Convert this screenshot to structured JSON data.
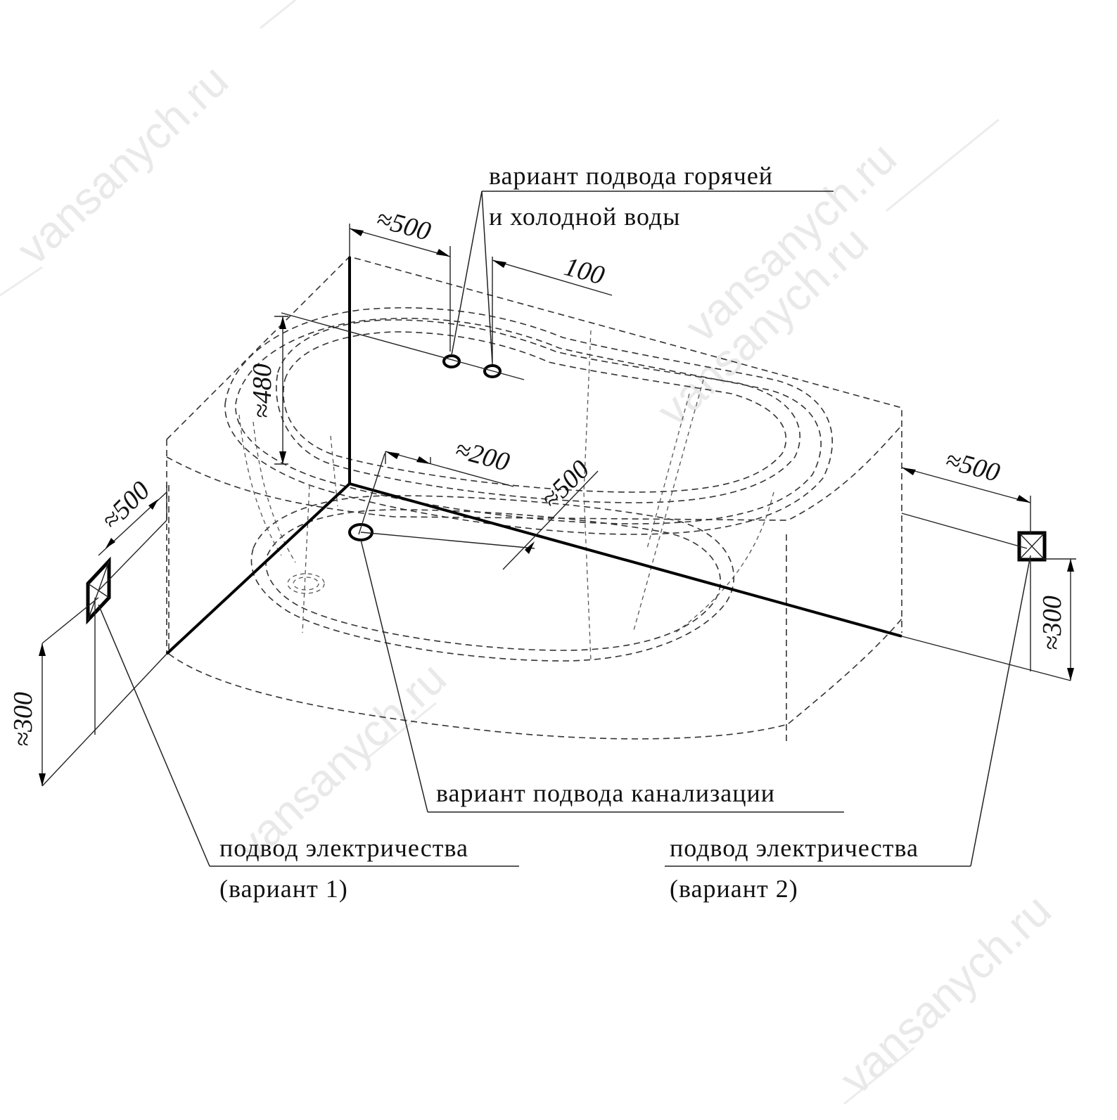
{
  "watermark": "vansanych.ru",
  "labels": {
    "water_line1": "вариант подвода горячей",
    "water_line2": "и холодной воды",
    "sewer": "вариант подвода канализации",
    "elec1_line1": "подвод электричества",
    "elec1_line2": "(вариант 1)",
    "elec2_line1": "подвод электричества",
    "elec2_line2": "(вариант 2)"
  },
  "dimensions": {
    "top_500": "≈500",
    "top_100": "100",
    "height_480": "≈480",
    "drain_200": "≈200",
    "drain_500": "≈500",
    "left_500": "≈500",
    "left_300": "≈300",
    "right_500": "≈500",
    "right_300": "≈300"
  }
}
